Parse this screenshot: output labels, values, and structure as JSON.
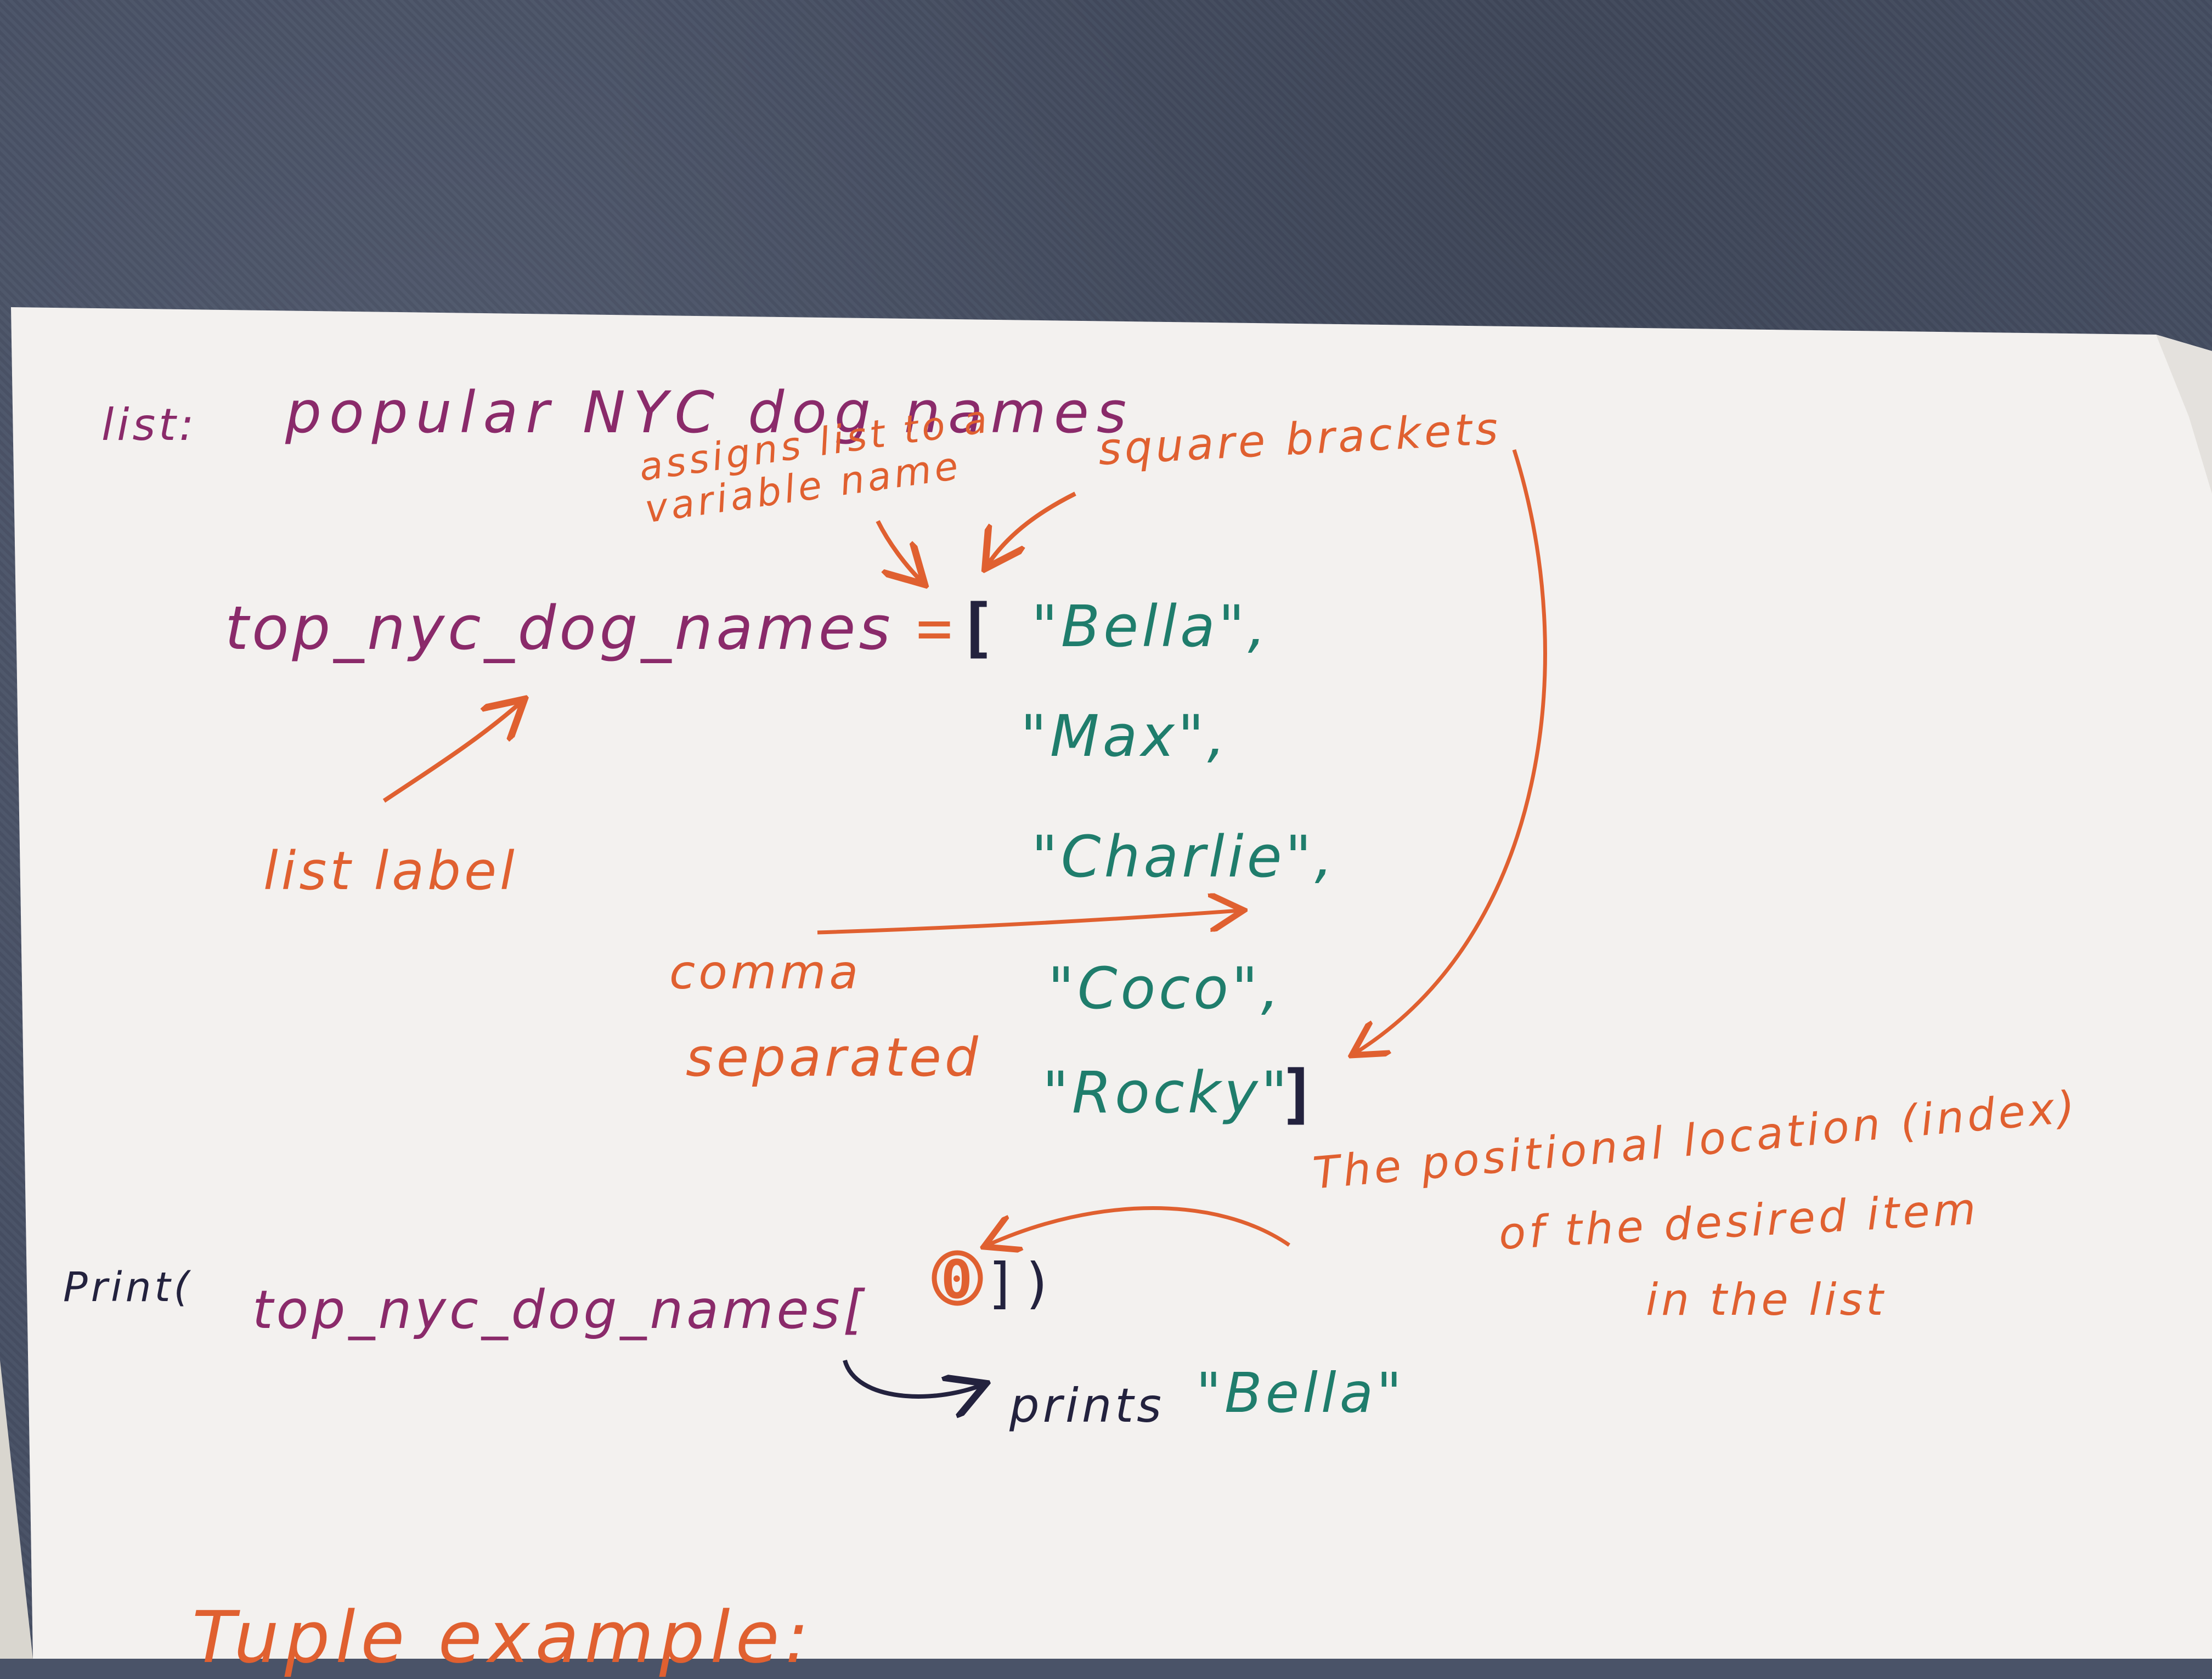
{
  "title_line": {
    "prefix": "list:",
    "title": "popular NYC dog names"
  },
  "annotations": {
    "assigns": "assigns list to a variable name",
    "square_brackets": "square brackets",
    "list_label": "list label",
    "comma": "comma",
    "separated": "separated",
    "index_note_1": "The positional location (index)",
    "index_note_2": "of the desired item",
    "index_note_3": "in the list"
  },
  "code": {
    "variable": "top_nyc_dog_names",
    "equals": "=",
    "open_bracket": "[",
    "close_bracket": "]",
    "items": [
      "\"Bella\",",
      "\"Max\",",
      "\"Charlie\",",
      "\"Coco\",",
      "\"Rocky\""
    ],
    "print_keyword": "Print(",
    "print_variable": "top_nyc_dog_names[",
    "print_index": "0",
    "print_close": "])",
    "result_label": "prints",
    "result_value": "\"Bella\""
  },
  "footer": {
    "heading": "Tuple example:"
  },
  "colors": {
    "purple_ink": "#8a2a6a",
    "orange_ink": "#e06030",
    "green_ink": "#1f7d6c",
    "navy_ink": "#23223e",
    "paper": "#f3f1ef",
    "carpet": "#4a5368"
  }
}
